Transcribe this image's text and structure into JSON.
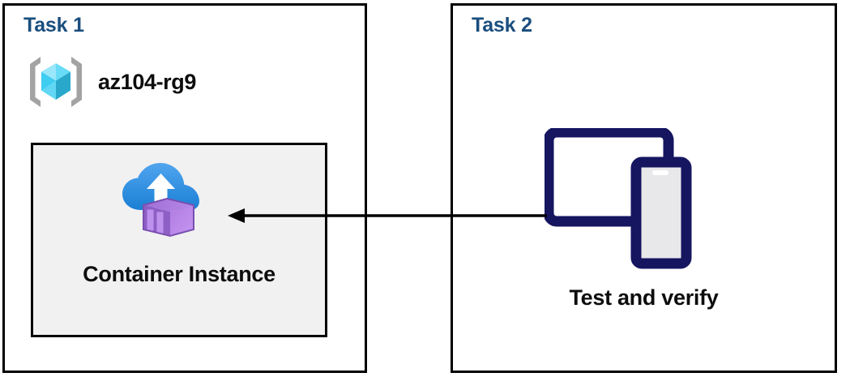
{
  "diagram": {
    "title": "Azure Container Instance task diagram",
    "background_color": "#ffffff",
    "border_color": "#000000",
    "accent_color": "#1a4e7e",
    "panels": [
      {
        "id": "task1",
        "title": "Task 1",
        "resource_group": {
          "icon": "azure-resource-group-icon",
          "name": "az104-rg9"
        },
        "resource": {
          "icon": "azure-container-instance-icon",
          "label": "Container Instance",
          "box_fill": "#f1f1f1"
        }
      },
      {
        "id": "task2",
        "title": "Task 2",
        "item": {
          "icon": "devices-tablet-phone-icon",
          "label": "Test and verify"
        }
      }
    ],
    "connector": {
      "name": "arrow-task2-to-container-instance",
      "direction": "right-to-left",
      "from": "Test and verify",
      "to": "Container Instance",
      "color": "#000000"
    }
  }
}
